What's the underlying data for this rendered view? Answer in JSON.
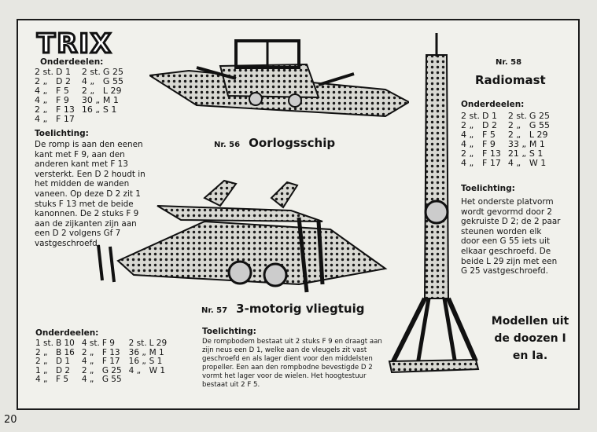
{
  "brand": "TRIX",
  "page_number": "20",
  "model56": {
    "parts_heading": "Onderdeelen:",
    "parts": [
      [
        "2 st.",
        "D 1",
        "2 st.",
        "G 25"
      ],
      [
        "2 „",
        "D 2",
        "4 „",
        "G 55"
      ],
      [
        "4 „",
        "F 5",
        "2 „",
        "L 29"
      ],
      [
        "4 „",
        "F 9",
        "30 „",
        "M 1"
      ],
      [
        "2 „",
        "F 13",
        "16 „",
        "S 1"
      ],
      [
        "4 „",
        "F 17",
        "",
        ""
      ]
    ],
    "note_heading": "Toelichting:",
    "note": "De romp is aan den eenen kant met F 9, aan den anderen kant met F 13 versterkt. Een D 2 houdt in het midden de wanden vaneen. Op deze D 2 zit 1 stuks F 13 met de beide kanonnen. De 2 stuks F 9 aan de zijkanten zijn aan een D 2 volgens Gf 7 vastgeschroefd.",
    "number": "Nr. 56",
    "title": "Oorlogsschip"
  },
  "model57": {
    "number": "Nr. 57",
    "title": "3-motorig vliegtuig",
    "parts_heading": "Onderdeelen:",
    "parts": [
      [
        "1 st.",
        "B 10",
        "4 st.",
        "F 9",
        "2 st.",
        "L 29"
      ],
      [
        "2 „",
        "B 16",
        "2 „",
        "F 13",
        "36 „",
        "M 1"
      ],
      [
        "2 „",
        "D 1",
        "4 „",
        "F 17",
        "16 „",
        "S 1"
      ],
      [
        "1 „",
        "D 2",
        "2 „",
        "G 25",
        "4 „",
        "W 1"
      ],
      [
        "4 „",
        "F 5",
        "4 „",
        "G 55",
        "",
        ""
      ]
    ],
    "note_heading": "Toelichting:",
    "note": "De rompbodem bestaat uit 2 stuks F 9 en draagt aan zijn neus een D 1, welke aan de vleugels zit vast geschroefd en als lager dient voor den middelsten propeller. Een aan den rompbodne bevestigde D 2 vormt het lager voor de wielen. Het hoogtestuur bestaat uit 2 F 5."
  },
  "model58": {
    "number": "Nr. 58",
    "title": "Radiomast",
    "parts_heading": "Onderdeelen:",
    "parts": [
      [
        "2 st.",
        "D 1",
        "2 st.",
        "G 25"
      ],
      [
        "2 „",
        "D 2",
        "2 „",
        "G 55"
      ],
      [
        "4 „",
        "F 5",
        "2 „",
        "L 29"
      ],
      [
        "4 „",
        "F 9",
        "33 „",
        "M 1"
      ],
      [
        "2 „",
        "F 13",
        "21 „",
        "S 1"
      ],
      [
        "4 „",
        "F 17",
        "4 „",
        "W 1"
      ]
    ],
    "note_heading": "Toelichting:",
    "note": "Het onderste platvorm wordt gevormd door 2 gekruiste D 2; de 2 paar steunen worden elk door een G 55 iets uit elkaar geschroefd. De beide L 29 zijn met een G 25 vastgeschroefd."
  },
  "footer_note": [
    "Modellen uit",
    "de doozen I",
    "en Ia."
  ]
}
